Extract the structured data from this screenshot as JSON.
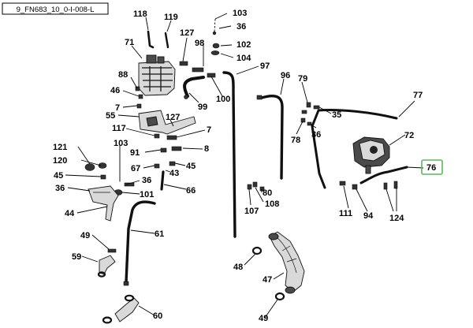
{
  "diagram": {
    "title": "9_FN683_10_0-I-008-L",
    "highlighted_ref": "76",
    "highlight_color": "#5cb85c",
    "labels": {
      "l118": "118",
      "l119": "119",
      "l103a": "103",
      "l36a": "36",
      "l127a": "127",
      "l98": "98",
      "l102": "102",
      "l104": "104",
      "l71": "71",
      "l97": "97",
      "l96": "96",
      "l79": "79",
      "l88": "88",
      "l46": "46",
      "l99": "99",
      "l100": "100",
      "l77": "77",
      "l7a": "7",
      "l35": "35",
      "l55": "55",
      "l127b": "127",
      "l117": "117",
      "l7b": "7",
      "l36b": "36",
      "l78": "78",
      "l72": "72",
      "l103b": "103",
      "l121": "121",
      "l91": "91",
      "l8": "8",
      "l120": "120",
      "l67": "67",
      "l45a": "45",
      "l45b": "45",
      "l43": "43",
      "l36c": "36",
      "l36d": "36",
      "l66": "66",
      "l101": "101",
      "l76": "76",
      "l80": "80",
      "l44": "44",
      "l107": "107",
      "l108": "108",
      "l111": "111",
      "l94": "94",
      "l124": "124",
      "l61": "61",
      "l49a": "49",
      "l59": "59",
      "l48": "48",
      "l47": "47",
      "l60": "60",
      "l49b": "49"
    }
  }
}
